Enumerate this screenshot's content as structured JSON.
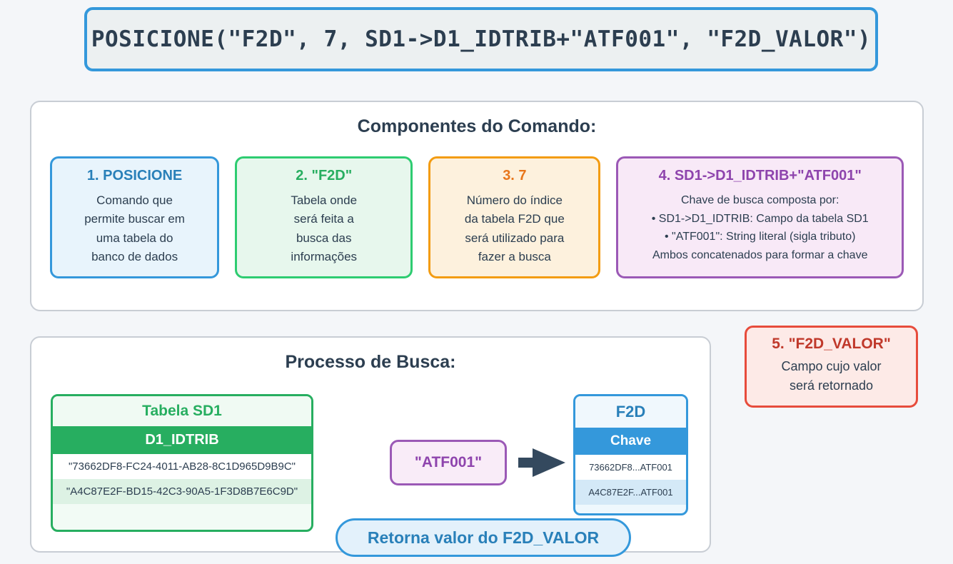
{
  "code_header": {
    "command": "POSICIONE(\"F2D\", 7, SD1->D1_IDTRIB+\"ATF001\", \"F2D_VALOR\")"
  },
  "components_section": {
    "title": "Componentes do Comando:",
    "cards": [
      {
        "title": "1. POSICIONE",
        "lines": [
          "Comando que",
          "permite buscar em",
          "uma tabela do",
          "banco de dados"
        ],
        "accent": "#3498db",
        "title_color": "#2980b9",
        "background": "#e8f4fc"
      },
      {
        "title": "2. \"F2D\"",
        "lines": [
          "Tabela onde",
          "será feita a",
          "busca das",
          "informações"
        ],
        "accent": "#2ecc71",
        "title_color": "#27ae60",
        "background": "#e7f7ed"
      },
      {
        "title": "3. 7",
        "lines": [
          "Número do índice",
          "da tabela F2D que",
          "será utilizado para",
          "fazer a busca"
        ],
        "accent": "#f39c12",
        "title_color": "#e8761b",
        "background": "#fdf1dd"
      },
      {
        "title": "4. SD1->D1_IDTRIB+\"ATF001\"",
        "lines": [
          "Chave de busca composta por:",
          "• SD1->D1_IDTRIB: Campo da tabela SD1",
          "• \"ATF001\": String literal (sigla tributo)",
          "Ambos concatenados para formar a chave"
        ],
        "accent": "#9b59b6",
        "title_color": "#8e44ad",
        "background": "#f8e9f7"
      }
    ]
  },
  "return_card": {
    "title": "5. \"F2D_VALOR\"",
    "lines": [
      "Campo cujo valor",
      "será retornado"
    ],
    "accent": "#e74c3c",
    "title_color": "#c0392b",
    "background": "#fdeae7"
  },
  "process_section": {
    "title": "Processo de Busca:",
    "source_table": {
      "caption": "Tabela SD1",
      "column_header": "D1_IDTRIB",
      "rows": [
        "\"73662DF8-FC24-4011-AB28-8C1D965D9B9C\"",
        "\"A4C87E2F-BD15-42C3-90A5-1F3D8B7E6C9D\""
      ],
      "accent": "#27ae60"
    },
    "key_badge": {
      "label": "\"ATF001\"",
      "accent": "#9b59b6"
    },
    "arrow_icon": "arrow-right-icon",
    "target_table": {
      "caption": "F2D",
      "column_header": "Chave",
      "rows": [
        "73662DF8...ATF001",
        "A4C87E2F...ATF001"
      ],
      "accent": "#3498db"
    },
    "result_callout": {
      "label": "Retorna valor do F2D_VALOR",
      "accent": "#3498db"
    }
  },
  "theme": {
    "page_background": "#f4f6f9",
    "panel_background": "#ffffff",
    "panel_border": "#c8cdd4",
    "heading_color": "#2c3e50",
    "code_background": "#ecf0f1",
    "code_border": "#3498db"
  }
}
